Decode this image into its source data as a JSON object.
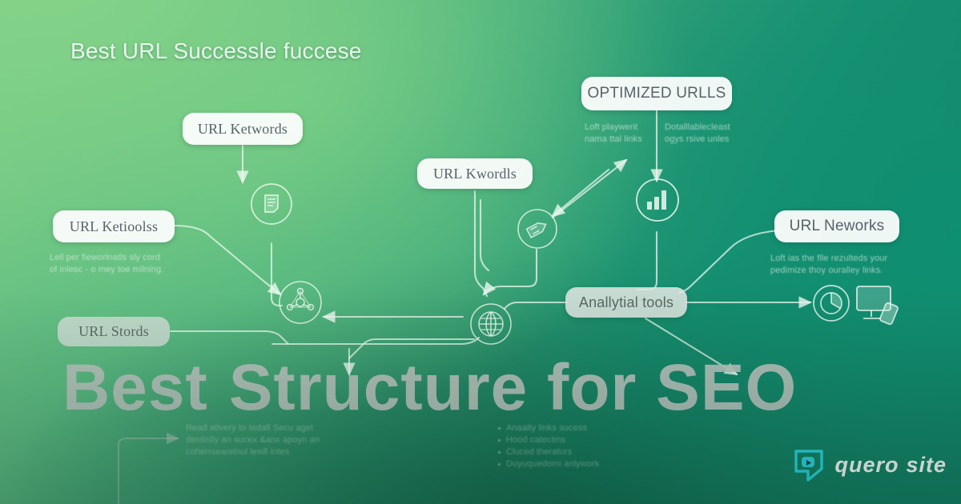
{
  "meta": {
    "top_title": "Best URL Successle fuccese",
    "main_title_part1": "Best",
    "main_title_part2": "Structure for SEO",
    "accent_color": "#2ad6e0",
    "bg_green_light": "#79cc86",
    "bg_green_dark": "#19795c",
    "headline_color": "#b9c3bd"
  },
  "nodes": {
    "url_ketwords": "URL Ketwords",
    "url_ketioolss": "URL Ketioolss",
    "url_stords": "URL Stords",
    "url_kwordls": "URL Kwordls",
    "optimized_urlls": "OPTIMIZED URLLS",
    "url_neworks": "URL Neworks",
    "analytial_tools": "Anallytial tools"
  },
  "notes": {
    "left_note_line1": "Lell per fieworlnatls sly cord",
    "left_note_line2": "of inlesc - o mey toe milning.",
    "right_note_line1": "Loft ias the flle rezulteds your",
    "right_note_line2": "pedimize thoy ouralley links.",
    "optimized_left_line1": "Loft playwerit",
    "optimized_left_line2": "nama ttal links",
    "optimized_right_line1": "Dotalllablecleast",
    "optimized_right_line2": "ogys rsive unles",
    "bottom_paragraph_line1": "Read ativery to tedall Secu aget",
    "bottom_paragraph_line2": "dentinlly an sucex &anx apoyn an",
    "bottom_paragraph_line3": "coherrsearelnul lesill intes",
    "bullets": [
      "Anaalty links sucess",
      "Hood catectins",
      "Cluced theraturs",
      "Duyuquedomi anlywork"
    ]
  },
  "icons": {
    "document": "document-icon",
    "atom": "atom-network-icon",
    "tag": "tag-icon",
    "bars": "bar-chart-icon",
    "globe": "globe-icon",
    "pie": "pie-chart-icon",
    "monitor": "monitor-devices-icon"
  },
  "logo": {
    "word1": "quero",
    "word2": "site",
    "mark": "speech-bubble-play-icon"
  }
}
